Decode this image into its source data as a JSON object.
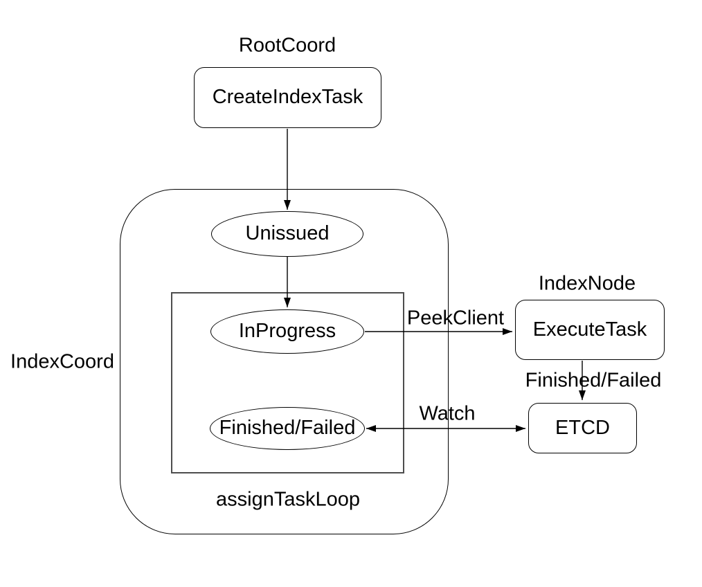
{
  "diagram": {
    "colors": {
      "background": "#ffffff",
      "stroke": "#000000",
      "inner_loop_stroke": "#4d4d4d",
      "text": "#000000"
    },
    "group_labels": {
      "root_coord": "RootCoord",
      "index_coord": "IndexCoord",
      "index_node": "IndexNode",
      "assign_task_loop": "assignTaskLoop"
    },
    "nodes": {
      "create_index_task": "CreateIndexTask",
      "unissued": "Unissued",
      "in_progress": "InProgress",
      "finished_failed": "Finished/Failed",
      "execute_task": "ExecuteTask",
      "etcd": "ETCD"
    },
    "edge_labels": {
      "peek_client": "PeekClient",
      "finished_failed": "Finished/Failed",
      "watch": "Watch"
    },
    "edges": [
      "CreateIndexTask -> Unissued",
      "Unissued -> InProgress",
      "InProgress -> ExecuteTask (PeekClient)",
      "ExecuteTask -> ETCD (Finished/Failed)",
      "Finished/Failed <-> ETCD (Watch)"
    ]
  }
}
